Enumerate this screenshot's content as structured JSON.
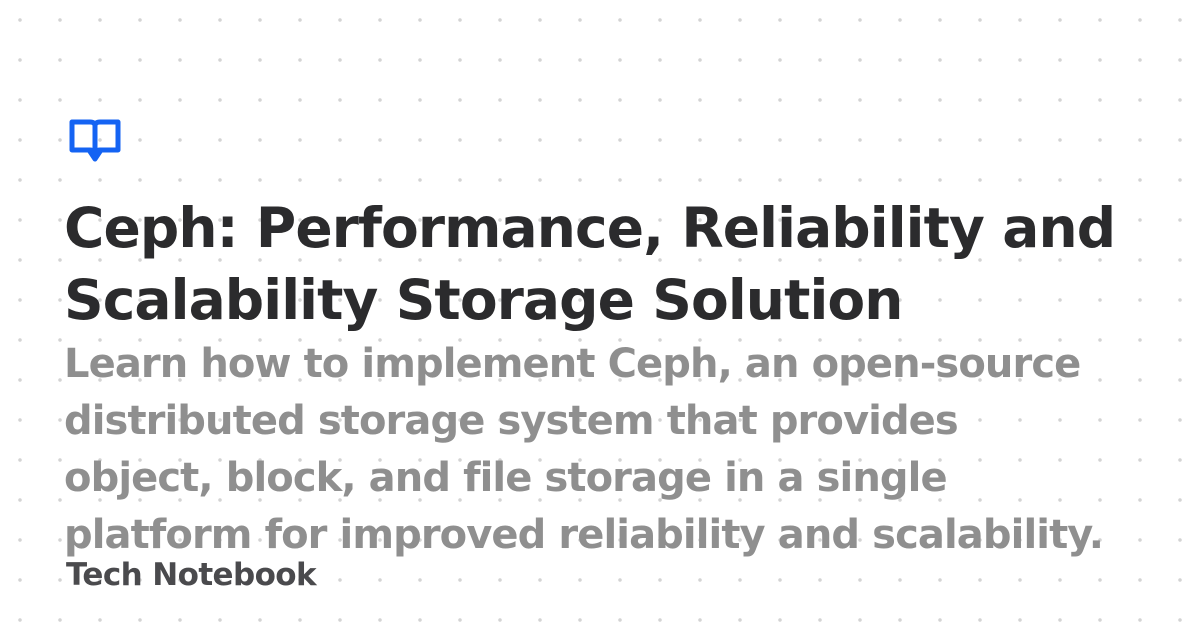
{
  "page": {
    "title_lines": [
      "Ceph: Performance, Reliability and",
      "Scalability Storage Solution"
    ],
    "description_lines": [
      "Learn how to implement Ceph, an open-source",
      "distributed storage system that provides",
      "object, block, and file storage in a single",
      "platform for improved reliability and scalability."
    ],
    "site_name": "Tech Notebook"
  },
  "logo": {
    "icon": "book-icon",
    "color": "#1463f3"
  },
  "colors": {
    "title": "#2b2b2d",
    "description": "#8f8f8f",
    "site_name": "#4a4a4d",
    "background": "#ffffff",
    "dot_pattern": "#d4d4d4"
  }
}
